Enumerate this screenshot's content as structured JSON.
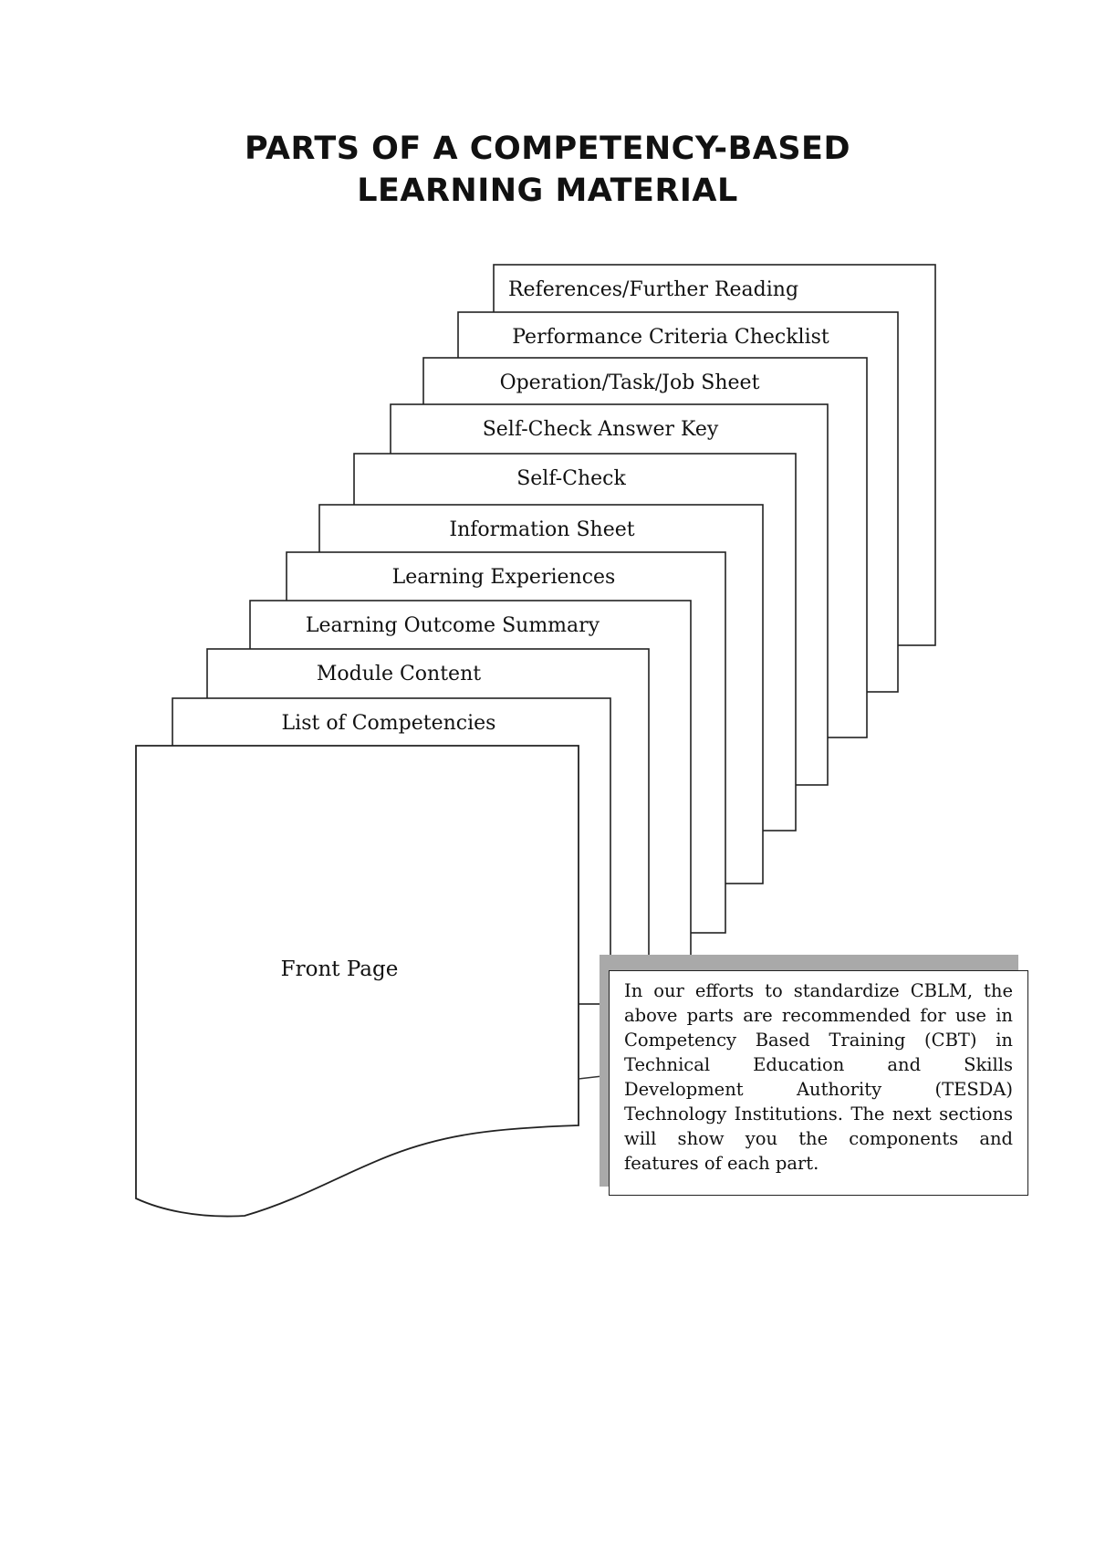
{
  "title": {
    "line1": "PARTS OF A COMPETENCY-BASED",
    "line2": "LEARNING MATERIAL"
  },
  "sheets": [
    "References/Further Reading",
    "Performance Criteria Checklist",
    "Operation/Task/Job Sheet",
    "Self-Check Answer Key",
    "Self-Check",
    "Information Sheet",
    "Learning Experiences",
    "Learning Outcome Summary",
    "Module Content",
    "List of Competencies"
  ],
  "front_page": "Front Page",
  "note": "In our efforts to standardize CBLM, the above parts are recommended for use in Competency Based Training (CBT) in Technical Education and Skills Development Authority (TESDA) Technology Institutions. The next sections will show you the components and features of each part."
}
